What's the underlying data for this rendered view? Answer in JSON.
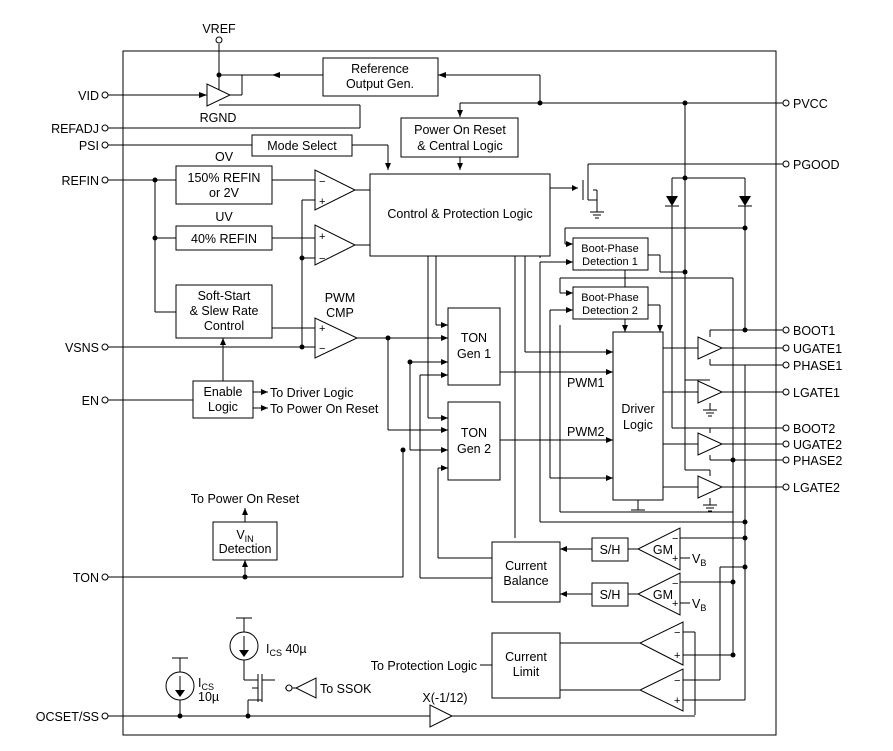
{
  "pins_left": {
    "vref": "VREF",
    "vid": "VID",
    "refadj": "REFADJ",
    "psi": "PSI",
    "refin": "REFIN",
    "vsns": "VSNS",
    "en": "EN",
    "ton": "TON",
    "ocset": "OCSET/SS"
  },
  "pins_right": {
    "pvcc": "PVCC",
    "pgood": "PGOOD",
    "boot1": "BOOT1",
    "ugate1": "UGATE1",
    "phase1": "PHASE1",
    "lgate1": "LGATE1",
    "boot2": "BOOT2",
    "ugate2": "UGATE2",
    "phase2": "PHASE2",
    "lgate2": "LGATE2"
  },
  "blocks": {
    "ref_output_l1": "Reference",
    "ref_output_l2": "Output Gen.",
    "rgnd": "RGND",
    "por_l1": "Power On Reset",
    "por_l2": "& Central Logic",
    "mode_select": "Mode Select",
    "ov_title": "OV",
    "ov_l1": "150% REFIN",
    "ov_l2": "or 2V",
    "uv_title": "UV",
    "uv_l1": "40% REFIN",
    "cpl": "Control & Protection Logic",
    "ss_l1": "Soft-Start",
    "ss_l2": "& Slew Rate",
    "ss_l3": "Control",
    "pwm_l1": "PWM",
    "pwm_l2": "CMP",
    "bp1_l1": "Boot-Phase",
    "bp1_l2": "Detection 1",
    "bp2_l1": "Boot-Phase",
    "bp2_l2": "Detection 2",
    "ton1_l1": "TON",
    "ton1_l2": "Gen 1",
    "ton2_l1": "TON",
    "ton2_l2": "Gen 2",
    "pwm1": "PWM1",
    "pwm2": "PWM2",
    "driver_l1": "Driver",
    "driver_l2": "Logic",
    "enable_l1": "Enable",
    "enable_l2": "Logic",
    "to_driver": "To Driver Logic",
    "to_por": "To Power On Reset",
    "to_por2": "To Power On Reset",
    "vin_v": "V",
    "vin_sub": "IN",
    "vin_det": "Detection",
    "cb_l1": "Current",
    "cb_l2": "Balance",
    "sh1": "S/H",
    "sh2": "S/H",
    "gm1": "GM",
    "gm2": "GM",
    "vb1_v": "V",
    "vb1_sub": "B",
    "vb2_v": "V",
    "vb2_sub": "B",
    "cl_l1": "Current",
    "cl_l2": "Limit",
    "to_prot": "To Protection Logic",
    "ics40_i": "I",
    "ics40_sub": "CS",
    "ics40_val": " 40µ",
    "ics10_i": "I",
    "ics10_sub": "CS",
    "ics10_val": "10µ",
    "to_ssok": "To SSOK",
    "x_gain": "X(-1/12)",
    "plus": "+",
    "minus": "−"
  }
}
